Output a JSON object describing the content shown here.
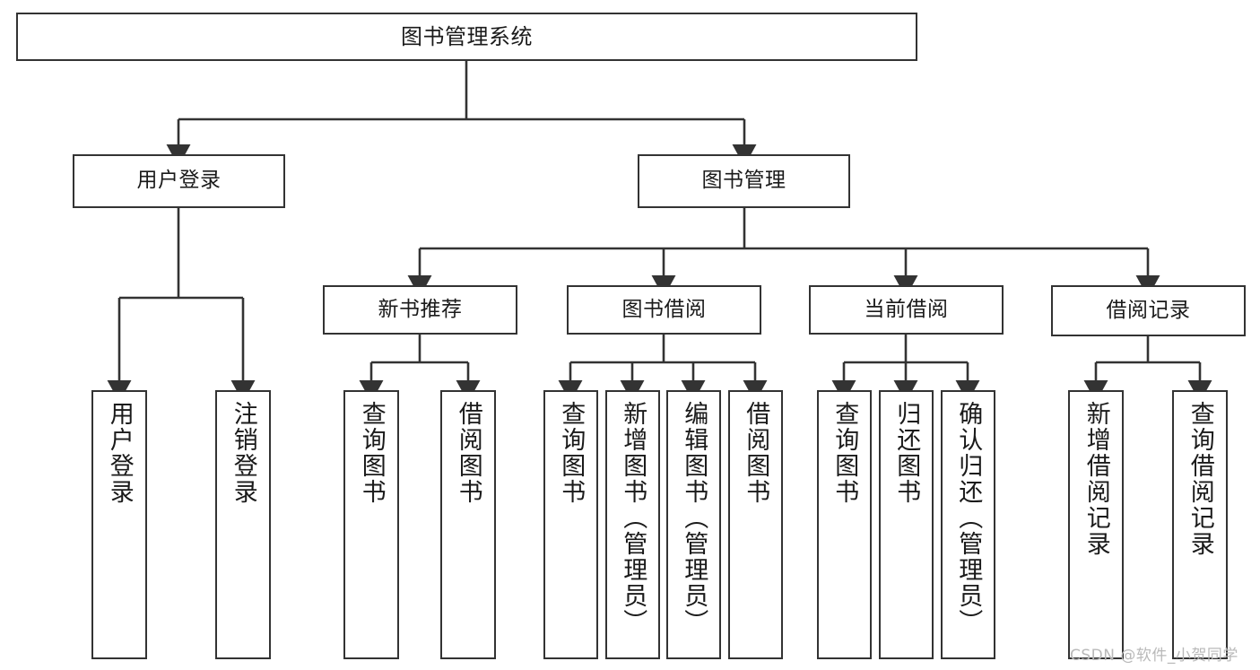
{
  "diagram": {
    "title": "图书管理系统",
    "type": "tree",
    "background_color": "#ffffff",
    "node_border_color": "#333333",
    "node_fill_color": "#ffffff",
    "edge_color": "#333333",
    "text_color": "#1a1a1a"
  },
  "nodes": {
    "root": {
      "label": "图书管理系统"
    },
    "level1": [
      {
        "id": "user-login",
        "label": "用户登录"
      },
      {
        "id": "book-manage",
        "label": "图书管理"
      }
    ],
    "level2": [
      {
        "id": "new-book-recommend",
        "label": "新书推荐"
      },
      {
        "id": "book-borrow",
        "label": "图书借阅"
      },
      {
        "id": "current-borrow",
        "label": "当前借阅"
      },
      {
        "id": "borrow-record",
        "label": "借阅记录"
      }
    ],
    "leaves": {
      "user_login": [
        {
          "id": "leaf-user-login",
          "label": "用户登录"
        },
        {
          "id": "leaf-logout",
          "label": "注销登录"
        }
      ],
      "new_book_recommend": [
        {
          "id": "leaf-query-book-1",
          "label": "查询图书"
        },
        {
          "id": "leaf-borrow-book-1",
          "label": "借阅图书"
        }
      ],
      "book_borrow": [
        {
          "id": "leaf-query-book-2",
          "label": "查询图书"
        },
        {
          "id": "leaf-add-book",
          "label": "新增图书（管理员）"
        },
        {
          "id": "leaf-edit-book",
          "label": "编辑图书（管理员）"
        },
        {
          "id": "leaf-borrow-book-2",
          "label": "借阅图书"
        }
      ],
      "current_borrow": [
        {
          "id": "leaf-query-book-3",
          "label": "查询图书"
        },
        {
          "id": "leaf-return-book",
          "label": "归还图书"
        },
        {
          "id": "leaf-confirm-return",
          "label": "确认归还（管理员）"
        }
      ],
      "borrow_record": [
        {
          "id": "leaf-add-record",
          "label": "新增借阅记录"
        },
        {
          "id": "leaf-query-record",
          "label": "查询借阅记录"
        }
      ]
    }
  },
  "watermark": {
    "text": "CSDN @软件_小贺同学"
  }
}
